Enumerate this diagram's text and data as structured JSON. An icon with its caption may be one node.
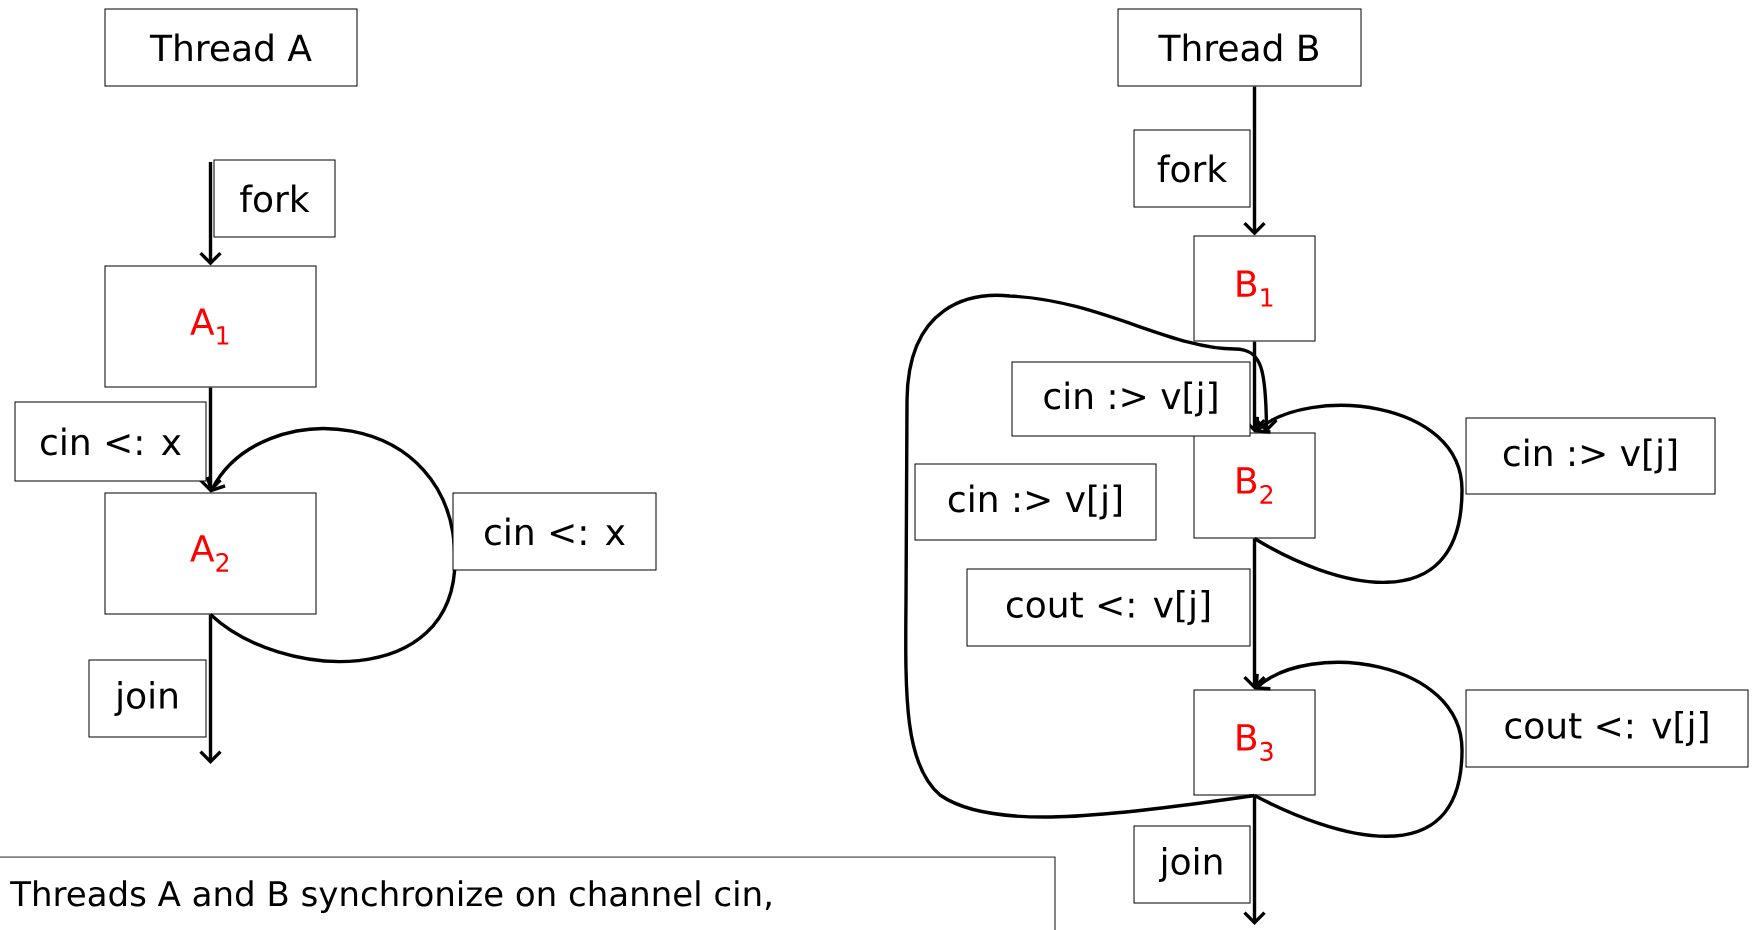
{
  "diagram": {
    "nodes": [
      {
        "text": [
          "Thread A"
        ]
      },
      {
        "text": [
          "A$_{1}$"
        ]
      },
      {
        "text": [
          "A$_{2}$"
        ]
      },
      {
        "text": [
          "Thread B"
        ]
      },
      {
        "text": [
          "B$_{1}$"
        ]
      },
      {
        "text": [
          "B$_{2}$"
        ]
      },
      {
        "text": [
          "B$_{3}$"
        ]
      }
    ],
    "edges": [
      {
        "from": null,
        "to": 1,
        "arrow": "to",
        "label": "fork"
      },
      {
        "from": 1,
        "to": 2,
        "arrow": "to",
        "label": "cin <: x"
      },
      {
        "from": 2,
        "to": 2,
        "arrow": "to",
        "label": "cin <: x"
      },
      {
        "from": 2,
        "to": null,
        "arrow": "to",
        "label": "join"
      },
      {
        "from": 3,
        "to": 4,
        "arrow": "to",
        "label": "fork"
      },
      {
        "from": 4,
        "to": 5,
        "arrow": "to",
        "label": "cin :> v[j]"
      },
      {
        "from": 5,
        "to": 5,
        "arrow": "to",
        "label": "cin :> v[j]"
      },
      {
        "from": 5,
        "to": 6,
        "arrow": "to",
        "label": "cout <: v[j]"
      },
      {
        "from": 6,
        "to": 6,
        "arrow": "to",
        "label": "cout <: v[j]"
      },
      {
        "from": 6,
        "to": 5,
        "arrow": "to",
        "label": "cin :> v[j]"
      },
      {
        "from": 6,
        "to": null,
        "arrow": "to",
        "label": "join"
      }
    ],
    "labels": [
      "Threads A and B synchronize on channel cin,"
    ]
  }
}
